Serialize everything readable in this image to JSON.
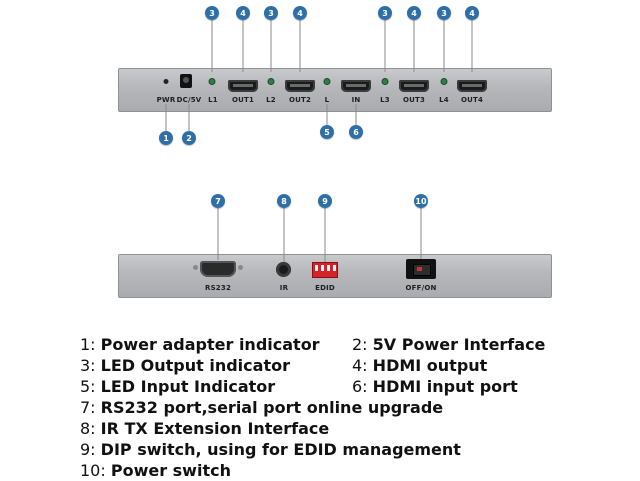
{
  "top_panel": {
    "labels": [
      "PWR",
      "DC/5V",
      "L1",
      "OUT1",
      "L2",
      "OUT2",
      "L",
      "IN",
      "L3",
      "OUT3",
      "L4",
      "OUT4"
    ],
    "badges": [
      "1",
      "2",
      "3",
      "4",
      "3",
      "4",
      "5",
      "6",
      "3",
      "4",
      "3",
      "4"
    ]
  },
  "bottom_panel": {
    "labels": [
      "RS232",
      "IR",
      "EDID",
      "OFF/ON"
    ],
    "badges": [
      "7",
      "8",
      "9",
      "10"
    ]
  },
  "legend": [
    {
      "num": "1:",
      "text": "Power adapter indicator"
    },
    {
      "num": "2:",
      "text": "5V Power Interface"
    },
    {
      "num": "3:",
      "text": "LED Output indicator"
    },
    {
      "num": "4:",
      "text": "HDMI output"
    },
    {
      "num": "5:",
      "text": "LED Input Indicator"
    },
    {
      "num": "6:",
      "text": "HDMI input port"
    },
    {
      "num": "7:",
      "text": "RS232 port,serial port online upgrade"
    },
    {
      "num": "8:",
      "text": "IR TX Extension Interface"
    },
    {
      "num": "9:",
      "text": "DIP switch,  using for EDID management"
    },
    {
      "num": "10:",
      "text": "Power switch"
    }
  ],
  "colors": {
    "badge": "#2f6fa7",
    "dip_switch": "#d6232a",
    "led": "#2e7d4a"
  }
}
